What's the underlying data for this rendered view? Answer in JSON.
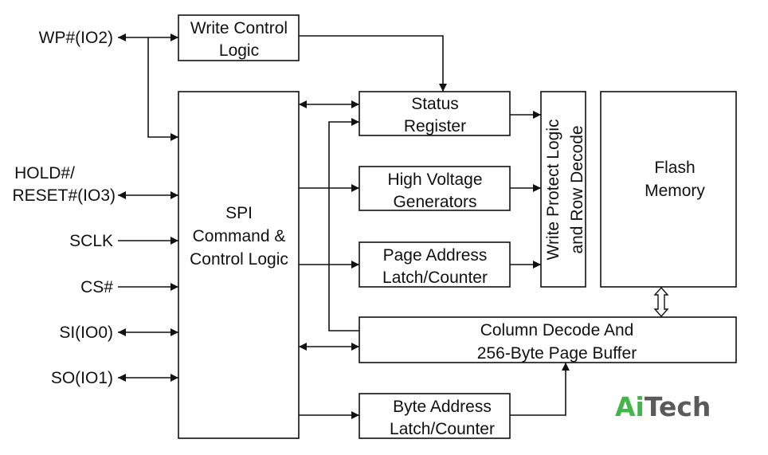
{
  "blocks": {
    "write_control": [
      "Write Control",
      "Logic"
    ],
    "spi": [
      "SPI",
      "Command &",
      "Control Logic"
    ],
    "status_register": [
      "Status",
      "Register"
    ],
    "high_voltage": [
      "High Voltage",
      "Generators"
    ],
    "page_address": [
      "Page Address",
      "Latch/Counter"
    ],
    "write_protect": [
      "Write Protect Logic",
      "and Row Decode"
    ],
    "flash_memory": [
      "Flash",
      "Memory"
    ],
    "column_decode": [
      "Column Decode And",
      "256-Byte Page Buffer"
    ],
    "byte_address": [
      "Byte Address",
      "Latch/Counter"
    ]
  },
  "pins": {
    "wp": "WP#(IO2)",
    "hold": [
      "HOLD#/",
      "RESET#(IO3)"
    ],
    "sclk": "SCLK",
    "cs": "CS#",
    "si": "SI(IO0)",
    "so": "SO(IO1)"
  },
  "logo": {
    "part1": "Ai",
    "part2": "Tech"
  },
  "colors": {
    "logo_green": "#43b649",
    "logo_gray": "#5a5a5a"
  }
}
